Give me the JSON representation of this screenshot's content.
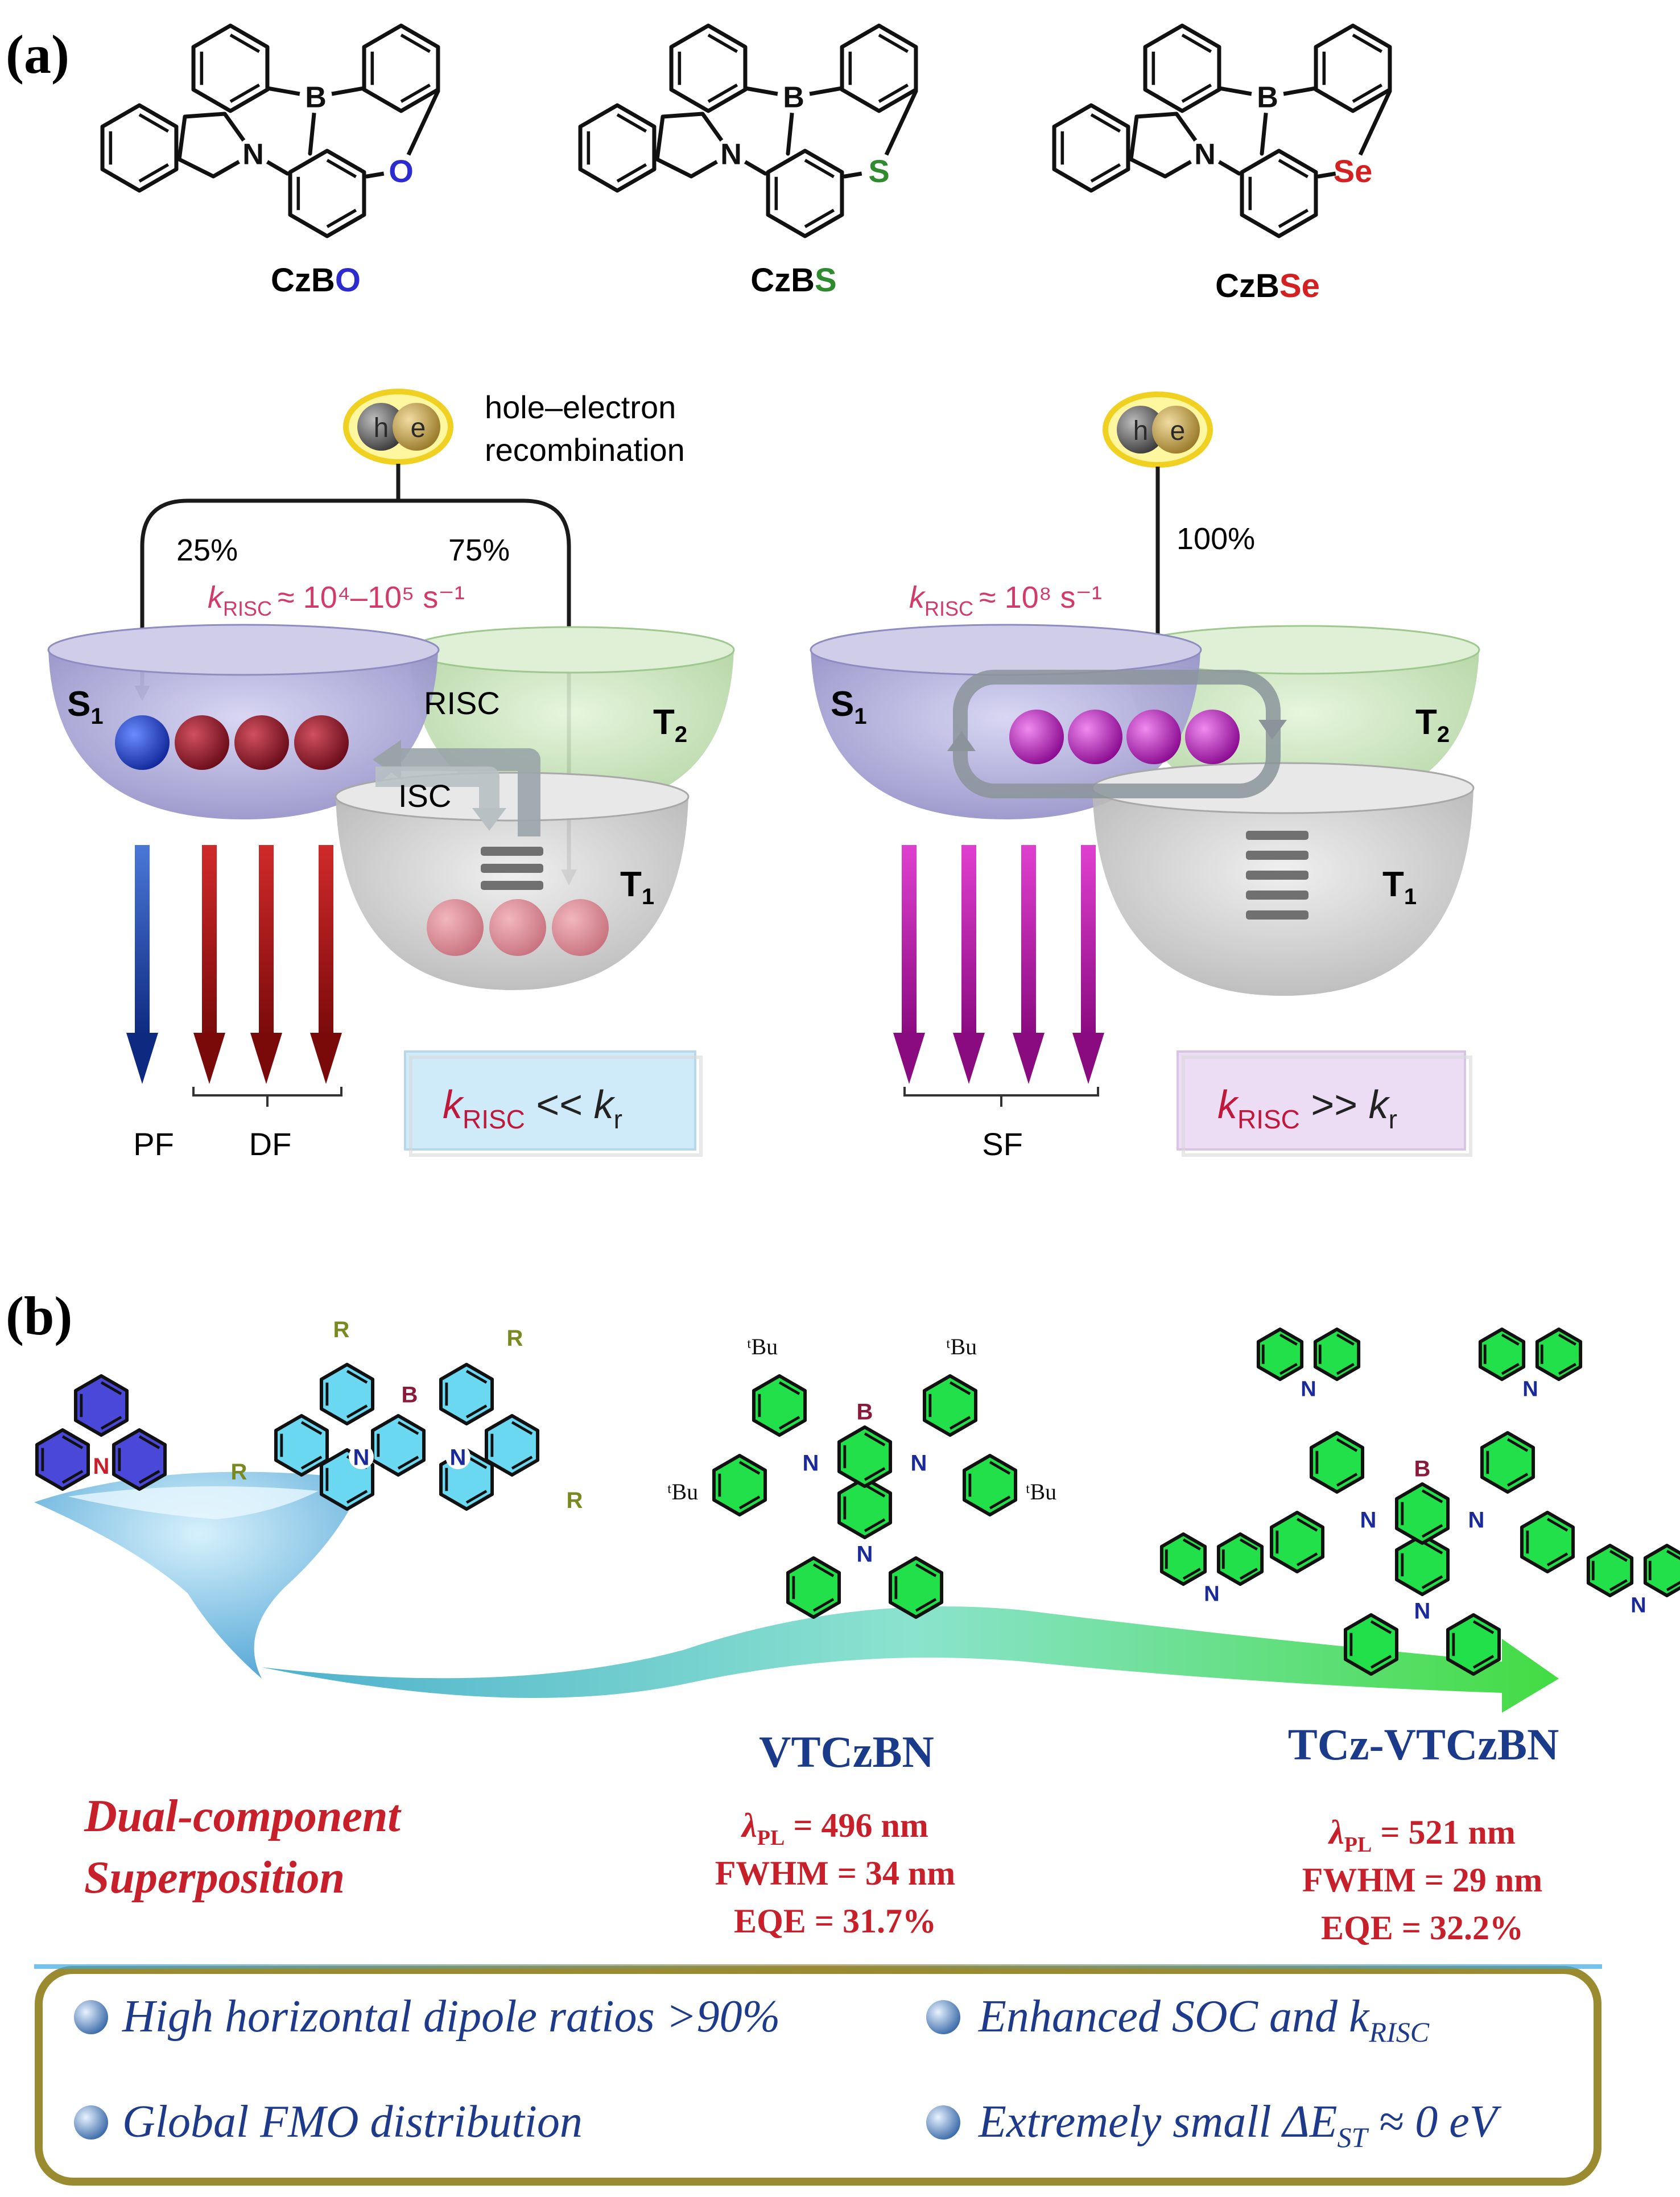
{
  "panel_a": {
    "label": "(a)",
    "molecules": [
      {
        "prefix": "CzB",
        "het": "O",
        "het_color": "#2b2bd0"
      },
      {
        "prefix": "CzB",
        "het": "S",
        "het_color": "#2e8b2e"
      },
      {
        "prefix": "CzB",
        "het": "Se",
        "het_color": "#d42020"
      }
    ],
    "atom_labels": {
      "boron": "B",
      "nitrogen": "N"
    },
    "recombination": {
      "hole": "h",
      "electron": "e",
      "caption_line1": "hole–electron",
      "caption_line2": "recombination"
    },
    "left_scheme": {
      "pct_singlet": "25%",
      "pct_triplet": "75%",
      "krisc_k": "k",
      "krisc_sub": "RISC",
      "krisc_value": "≈ 10⁴–10⁵ s⁻¹",
      "risc_label": "RISC",
      "isc_label": "ISC",
      "state_s": "S",
      "state_s_sub": "1",
      "state_t2": "T",
      "state_t2_sub": "2",
      "state_t1": "T",
      "state_t1_sub": "1",
      "pf_label": "PF",
      "df_label": "DF",
      "box_k": "k",
      "box_sub": "RISC",
      "box_rel": " << ",
      "box_k2": "k",
      "box_sub2": "r"
    },
    "right_scheme": {
      "pct": "100%",
      "krisc_k": "k",
      "krisc_sub": "RISC",
      "krisc_value": "≈ 10⁸ s⁻¹",
      "state_s": "S",
      "state_s_sub": "1",
      "state_t2": "T",
      "state_t2_sub": "2",
      "state_t1": "T",
      "state_t1_sub": "1",
      "sf_label": "SF",
      "box_k": "k",
      "box_sub": "RISC",
      "box_rel": " >> ",
      "box_k2": "k",
      "box_sub2": "r"
    }
  },
  "panel_b": {
    "label": "(b)",
    "precursor_labels": {
      "r": "R",
      "n": "N",
      "b": "B"
    },
    "concept_line1": "Dual-component",
    "concept_line2": "Superposition",
    "tbu": "ᵗBu",
    "compounds": [
      {
        "name": "VTCzBN",
        "lambda_sym": "λ",
        "lambda_sub": "PL",
        "lambda_val": " = 496 nm",
        "fwhm": "FWHM = 34 nm",
        "eqe": "EQE = 31.7%"
      },
      {
        "name": "TCz-VTCzBN",
        "lambda_sym": "λ",
        "lambda_sub": "PL",
        "lambda_val": " = 521 nm",
        "fwhm": "FWHM = 29 nm",
        "eqe": "EQE = 32.2%"
      }
    ],
    "features": [
      {
        "text": "High horizontal dipole ratios >90%"
      },
      {
        "text": "Enhanced SOC and k",
        "sub": "RISC"
      },
      {
        "text": "Global FMO distribution"
      },
      {
        "text": "Extremely small ΔE",
        "sub": "ST",
        "tail": " ≈ 0 eV"
      }
    ]
  }
}
